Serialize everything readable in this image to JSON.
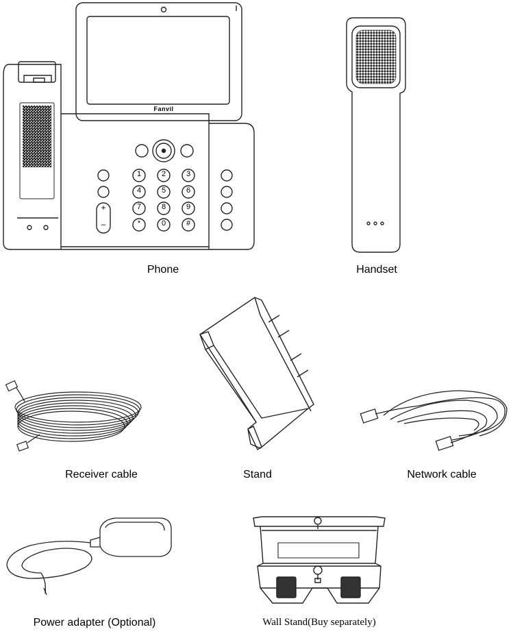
{
  "brand": "Fanvil",
  "items": {
    "phone": "Phone",
    "handset": "Handset",
    "receiver_cable": "Receiver cable",
    "stand": "Stand",
    "network_cable": "Network cable",
    "power_adapter": "Power adapter (Optional)",
    "wall_stand": "Wall Stand(Buy separately)"
  },
  "keypad": {
    "keys": [
      "1",
      "2",
      "3",
      "4",
      "5",
      "6",
      "7",
      "8",
      "9",
      "*",
      "0",
      "#"
    ],
    "volume_plus": "+",
    "volume_minus": "–"
  },
  "colors": {
    "line": "#222222",
    "hatch": "#555555"
  }
}
